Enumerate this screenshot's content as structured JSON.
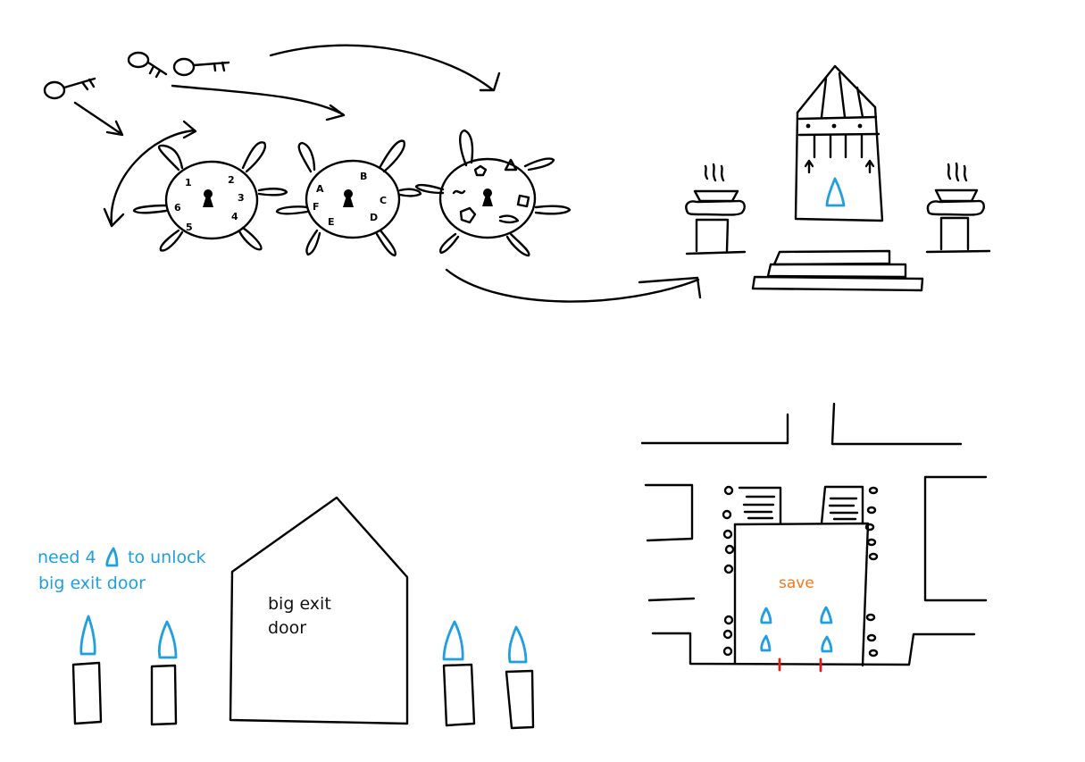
{
  "labels": {
    "need_line1": "need 4",
    "need_line1b": "to unlock",
    "need_line2": "big exit door",
    "door_line1": "big exit",
    "door_line2": "door",
    "save": "save"
  },
  "lock_glyphs": {
    "numbers": [
      "1",
      "2",
      "3",
      "4",
      "5",
      "6"
    ],
    "letters": [
      "A",
      "B",
      "C",
      "D",
      "E",
      "F"
    ]
  },
  "colors": {
    "ink": "#000000",
    "crystal_blue": "#1f9fe0",
    "save_orange": "#f07a1c",
    "marker_red": "#e21b1b"
  }
}
